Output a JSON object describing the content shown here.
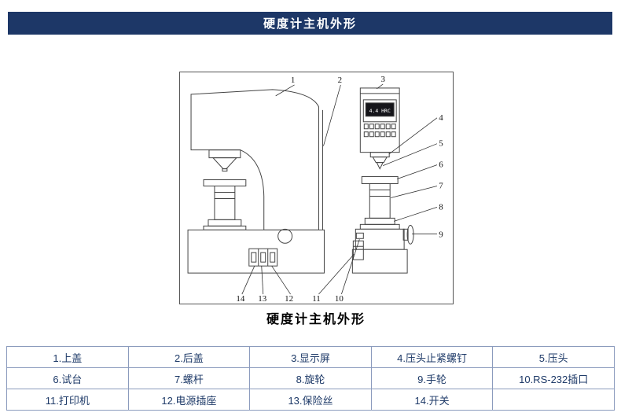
{
  "header": {
    "title": "硬度计主机外形"
  },
  "diagram": {
    "caption": "硬度计主机外形",
    "screen_text": "4.4 HRC",
    "callouts": [
      "1",
      "2",
      "3",
      "4",
      "5",
      "6",
      "7",
      "8",
      "9",
      "10",
      "11",
      "12",
      "13",
      "14"
    ]
  },
  "table": {
    "rows": [
      [
        "1.上盖",
        "2.后盖",
        "3.显示屏",
        "4.压头止紧螺钉",
        "5.压头"
      ],
      [
        "6.试台",
        "7.螺杆",
        "8.旋轮",
        "9.手轮",
        "10.RS-232插口"
      ],
      [
        "11.打印机",
        "12.电源插座",
        "13.保险丝",
        "14.开关",
        ""
      ]
    ]
  }
}
